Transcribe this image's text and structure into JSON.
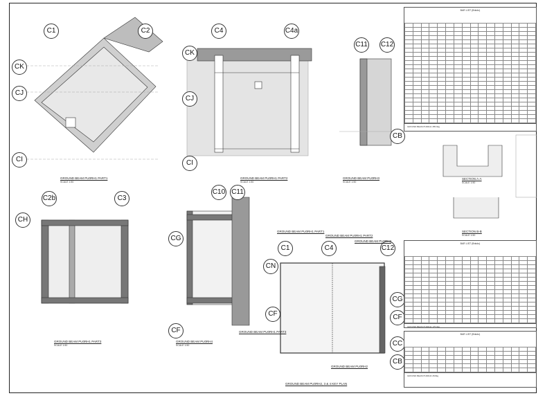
{
  "drawings": [
    {
      "title": "GROUND BEAM PU0RH1 PART1",
      "scale": "SCALE 1:50",
      "grids": [
        "C1",
        "C2",
        "CK",
        "CJ",
        "CI"
      ]
    },
    {
      "title": "GROUND BEAM PU0RH1 PART2",
      "scale": "SCALE 1:50",
      "grids": [
        "C4",
        "C4a",
        "CK",
        "CJ",
        "CI"
      ]
    },
    {
      "title": "GROUND BEAM PU0RH3",
      "scale": "SCALE 1:50",
      "grids": [
        "C11",
        "C12",
        "CB"
      ]
    },
    {
      "title": "GROUND BEAM PU0RH1 PART3",
      "scale": "SCALE 1:50",
      "grids": [
        "C2b",
        "C3",
        "CH"
      ]
    },
    {
      "title": "GROUND BEAM PU0RH4",
      "scale": "SCALE 1:50",
      "grids": [
        "C10",
        "C11",
        "CG",
        "CF"
      ]
    },
    {
      "title": "GROUND BEAM PU0RH2, 3 & 4 KEY PLAN",
      "scale": "",
      "grids": [
        "C1",
        "C4",
        "C12",
        "CN",
        "CG",
        "CF",
        "CF",
        "CC",
        "CB"
      ]
    }
  ],
  "sections": [
    {
      "title": "SECTION A-A",
      "scale": "SCALE 1:50"
    },
    {
      "title": "SECTION B-B",
      "scale": "SCALE 1:50"
    }
  ],
  "key_plan_labels": [
    "GROUND BEAM PU0RH1 PART1",
    "GROUND BEAM PU0RH1 PART2",
    "GROUND BEAM PU0RH3",
    "GROUND BEAM PU0RH1 PART3",
    "GROUND BEAM PU0RH2"
  ],
  "schedules": [
    {
      "title": "BAR LIST (Bnkdo)",
      "footer": "GROUND BEAM PU0RH1",
      "weight": "455.9kg"
    },
    {
      "title": "BAR LIST (Bnkdo)",
      "footer": "GROUND BEAM PU0RH2",
      "weight": "175.0kg"
    },
    {
      "title": "BAR LIST (Bnkdo)",
      "footer": "GROUND BEAM PU0RH3",
      "weight": "28.8kg"
    }
  ],
  "colors": {
    "line": "#333333",
    "hatch": "#bdbdbd",
    "fill": "#e2e2e2"
  }
}
